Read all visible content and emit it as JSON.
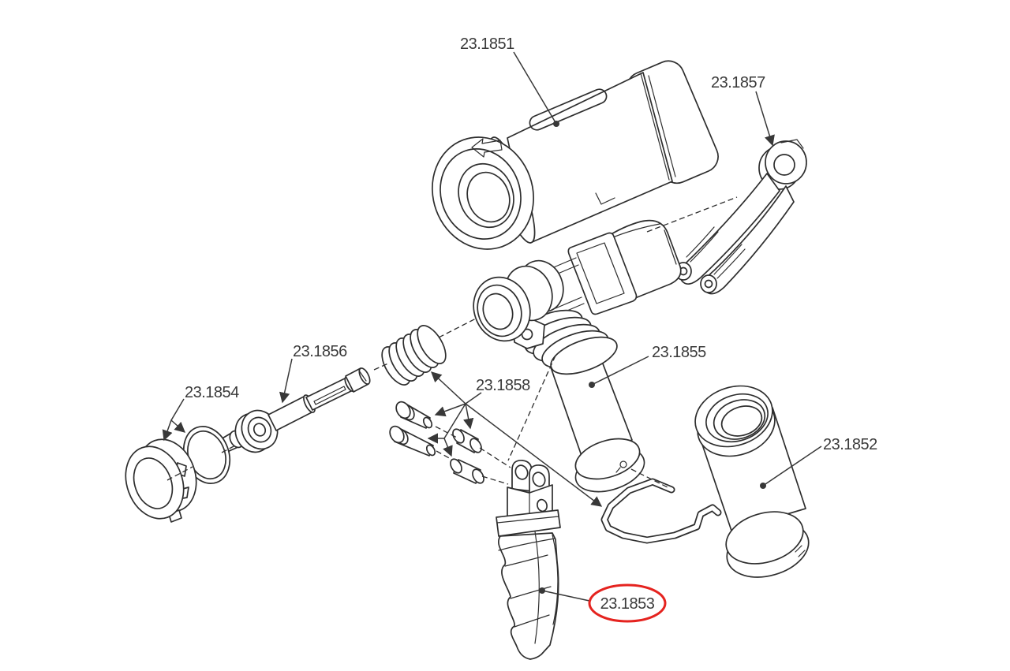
{
  "diagram": {
    "kind": "exploded-parts-line-drawing",
    "background_color": "#ffffff",
    "line_color": "#2e2e2e",
    "label_color": "#3a3a3a",
    "highlight_color": "#e5231f",
    "labels": [
      {
        "text": "23.1851",
        "part": "barrel-housing",
        "highlighted": false
      },
      {
        "text": "23.1857",
        "part": "curved-lever",
        "highlighted": false
      },
      {
        "text": "23.1856",
        "part": "shaft-with-bearing",
        "highlighted": false
      },
      {
        "text": "23.1854",
        "part": "end-cap-and-o-ring",
        "highlighted": false
      },
      {
        "text": "23.1858",
        "part": "pins-sleeves-spring-clip-kit",
        "highlighted": false
      },
      {
        "text": "23.1855",
        "part": "handle-tube",
        "highlighted": false
      },
      {
        "text": "23.1852",
        "part": "cylindrical-sleeve",
        "highlighted": false
      },
      {
        "text": "23.1853",
        "part": "trigger-grip",
        "highlighted": true
      }
    ]
  }
}
